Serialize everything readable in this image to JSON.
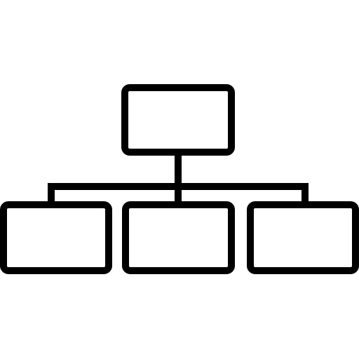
{
  "icon": {
    "name": "hierarchy-icon",
    "stroke_color": "#000000",
    "background_color": "#ffffff",
    "nodes": [
      {
        "id": "root",
        "level": "parent"
      },
      {
        "id": "child-left",
        "level": "child"
      },
      {
        "id": "child-middle",
        "level": "child"
      },
      {
        "id": "child-right",
        "level": "child"
      }
    ]
  }
}
